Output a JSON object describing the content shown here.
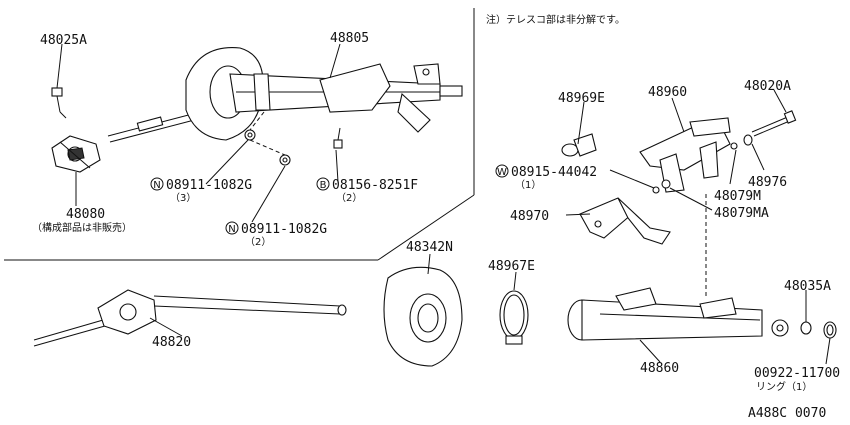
{
  "note": "注）テレスコ部は非分解です。",
  "diagram_code": "A488C 0070",
  "parts": {
    "p48025A": "48025A",
    "p48805": "48805",
    "p48080": "48080",
    "p48080_note": "（構成部品は非販売）",
    "n1_prefix": "N",
    "n1_code": "08911-1082G",
    "n1_qty": "（3）",
    "n2_prefix": "N",
    "n2_code": "08911-1082G",
    "n2_qty": "（2）",
    "b1_prefix": "B",
    "b1_code": "08156-8251F",
    "b1_qty": "（2）",
    "p48969E": "48969E",
    "p48960": "48960",
    "p48020A": "48020A",
    "w1_prefix": "W",
    "w1_code": "08915-44042",
    "w1_qty": "（1）",
    "p48976": "48976",
    "p48079M": "48079M",
    "p48079MA": "48079MA",
    "p48970": "48970",
    "p48342N": "48342N",
    "p48967E": "48967E",
    "p48035A": "48035A",
    "p48820": "48820",
    "p48860": "48860",
    "p00922": "00922-11700",
    "p00922_note": "リング（1）"
  }
}
